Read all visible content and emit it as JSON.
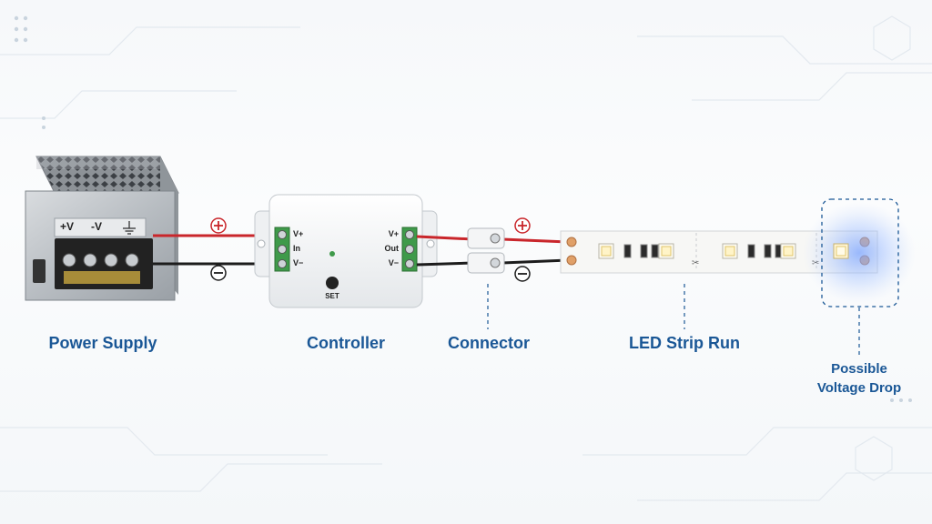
{
  "components": {
    "power_supply": {
      "label": "Power Supply",
      "terminal_plus": "+V",
      "terminal_minus": "-V"
    },
    "controller": {
      "label": "Controller",
      "input_terminals": [
        "V+",
        "In",
        "V−"
      ],
      "output_terminals": [
        "V+",
        "Out",
        "V−"
      ],
      "button_label": "SET"
    },
    "connector": {
      "label": "Connector"
    },
    "led_strip": {
      "label": "LED Strip Run"
    },
    "voltage_drop": {
      "line1": "Possible",
      "line2": "Voltage Drop"
    }
  },
  "wires": {
    "positive_symbol": "+",
    "negative_symbol": "−",
    "positive_color": "#c9262b",
    "negative_color": "#1c1c1c"
  },
  "colors": {
    "label": "#1a5796",
    "terminal_green": "#3f9a4a",
    "highlight_glow": "#5b8cf0"
  }
}
